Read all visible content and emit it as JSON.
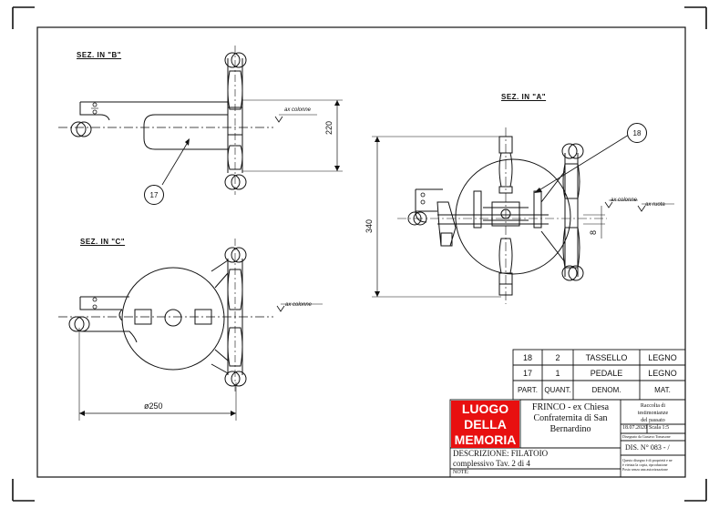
{
  "sections": {
    "b": "SEZ. IN \"B\"",
    "a": "SEZ. IN \"A\"",
    "c": "SEZ. IN \"C\""
  },
  "axes": {
    "b_colonne": "ax colonne",
    "a_colonne": "ax colonne",
    "a_ruota": "ax ruota",
    "c_colonne": "ax colonne"
  },
  "dimensions": {
    "b_height": "220",
    "a_height": "340",
    "a_small": "8",
    "c_diameter": "ø250"
  },
  "callouts": {
    "top_right": "18",
    "left": "17"
  },
  "parts_table": {
    "rows": [
      [
        "18",
        "2",
        "TASSELLO",
        "LEGNO"
      ],
      [
        "17",
        "1",
        "PEDALE",
        "LEGNO"
      ],
      [
        "PART.",
        "QUANT.",
        "DENOM.",
        "MAT."
      ]
    ]
  },
  "title_block": {
    "logo": [
      "LUOGO",
      "DELLA",
      "MEMORIA"
    ],
    "title": [
      "FRINCO - ex Chiesa",
      "Confraternita di San",
      "Bernardino"
    ],
    "collection": [
      "Raccolta di",
      "testimonianze",
      "del passato"
    ],
    "date": "18.07.2020",
    "scale": "Scala 1:5",
    "author": "Disegnato da Gustavo Tomasone",
    "dis_no": "DIS. N° 083 - /",
    "notice": [
      "Questo disegno è di proprietà e ne",
      "è vietata la copia, riproduzione",
      "Posto senza una autorizzazione"
    ],
    "description": "DESCRIZIONE: FILATOIO",
    "description2": "complessivo  Tav. 2 di 4",
    "note": "NOTE:"
  }
}
